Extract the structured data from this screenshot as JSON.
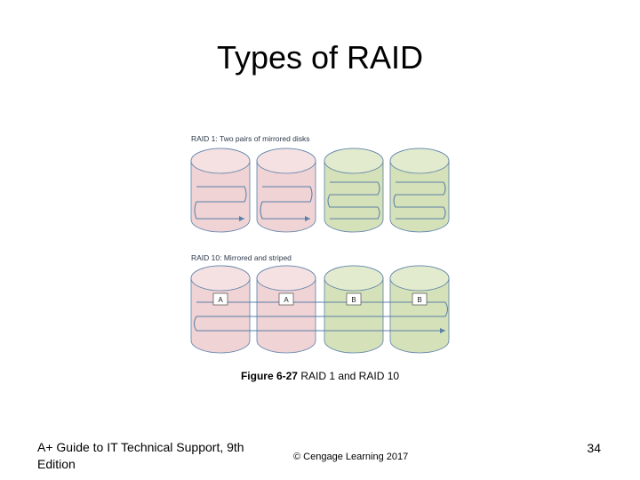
{
  "slide": {
    "title": "Types of RAID",
    "caption_figure": "Figure 6-27",
    "caption_text": " RAID 1 and RAID 10",
    "footer_left": "A+ Guide to IT Technical Support, 9th Edition",
    "footer_center": "© Cengage Learning  2017",
    "page_number": "34"
  },
  "diagram": {
    "raid1_label": "RAID 1: Two pairs of mirrored disks",
    "raid10_label": "RAID 10: Mirrored and striped",
    "disk_colors": [
      "#efd3d5",
      "#efd3d5",
      "#d5e1b9",
      "#d5e1b9"
    ],
    "disk_top_colors": [
      "#f5e1e2",
      "#f5e1e2",
      "#e2ebcd",
      "#e2ebcd"
    ],
    "stroke_color": "#5b7fa8",
    "raid10_disk_labels": [
      "A",
      "A",
      "B",
      "B"
    ]
  }
}
